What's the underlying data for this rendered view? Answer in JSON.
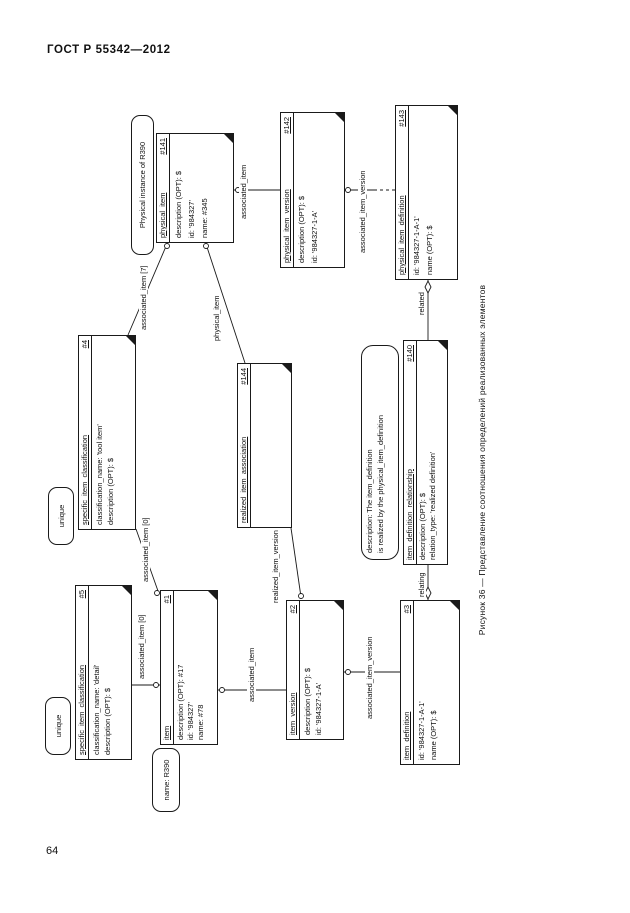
{
  "page": {
    "header": "ГОСТ Р 55342—2012",
    "page_number": "64",
    "caption": "Рисунок 36 — Представление соотношения определений реализованных элементов"
  },
  "boxes": {
    "b5": {
      "title": "specific_item_classification",
      "number": "#5",
      "attributes": [
        "classification_name: 'detail'",
        "description (OPT): $"
      ]
    },
    "b4": {
      "title": "specific_item_classification",
      "number": "#4",
      "attributes": [
        "classification_name: 'tool item'",
        "description (OPT): $"
      ]
    },
    "b1": {
      "title": "item",
      "number": "#1",
      "attributes": [
        "description (OPT): #17",
        "id: '984327'",
        "name: #78"
      ]
    },
    "b141": {
      "title": "physical_item",
      "number": "#141",
      "attributes": [
        "description (OPT): $",
        "id: '984327'",
        "name: #345"
      ]
    },
    "b144": {
      "title": "realized_item_association",
      "number": "#144",
      "attributes": []
    },
    "b2": {
      "title": "item_version",
      "number": "#2",
      "attributes": [
        "description (OPT): $",
        "id: '984327-1-A'"
      ]
    },
    "b142": {
      "title": "physical_item_version",
      "number": "#142",
      "attributes": [
        "description (OPT): $",
        "id: '984327-1-A'"
      ]
    },
    "b3": {
      "title": "item_definition",
      "number": "#3",
      "attributes": [
        "id: '984327-1-A-1'",
        "name (OPT): $"
      ]
    },
    "b140": {
      "title": "item_definition_relationship",
      "number": "#140",
      "attributes": [
        "description (OPT): $",
        "relation_type: 'realized definition'"
      ]
    },
    "b143": {
      "title": "physical_item_definition",
      "number": "#143",
      "attributes": [
        "id: '984327-1-A-1'",
        "name (OPT): $"
      ]
    }
  },
  "notes": {
    "unique_bottom": "unique",
    "unique_top": "unique",
    "name_r390": "name: R390",
    "physical_instance": "Physical instance of R390",
    "desc_line1": "description: The item_definition",
    "desc_line2": "is realized by the physical_item_definition"
  },
  "edge_labels": {
    "e1": "associated_item [0]",
    "e2": "associated_item [0]",
    "e3": "associated_item [7]",
    "e4": "associated_item",
    "e5": "associated_item_version",
    "e6": "physical_item",
    "e7": "realized_item_version",
    "e8": "associated_item",
    "e9": "associated_item_version",
    "e10": "related",
    "e11": "relating"
  }
}
